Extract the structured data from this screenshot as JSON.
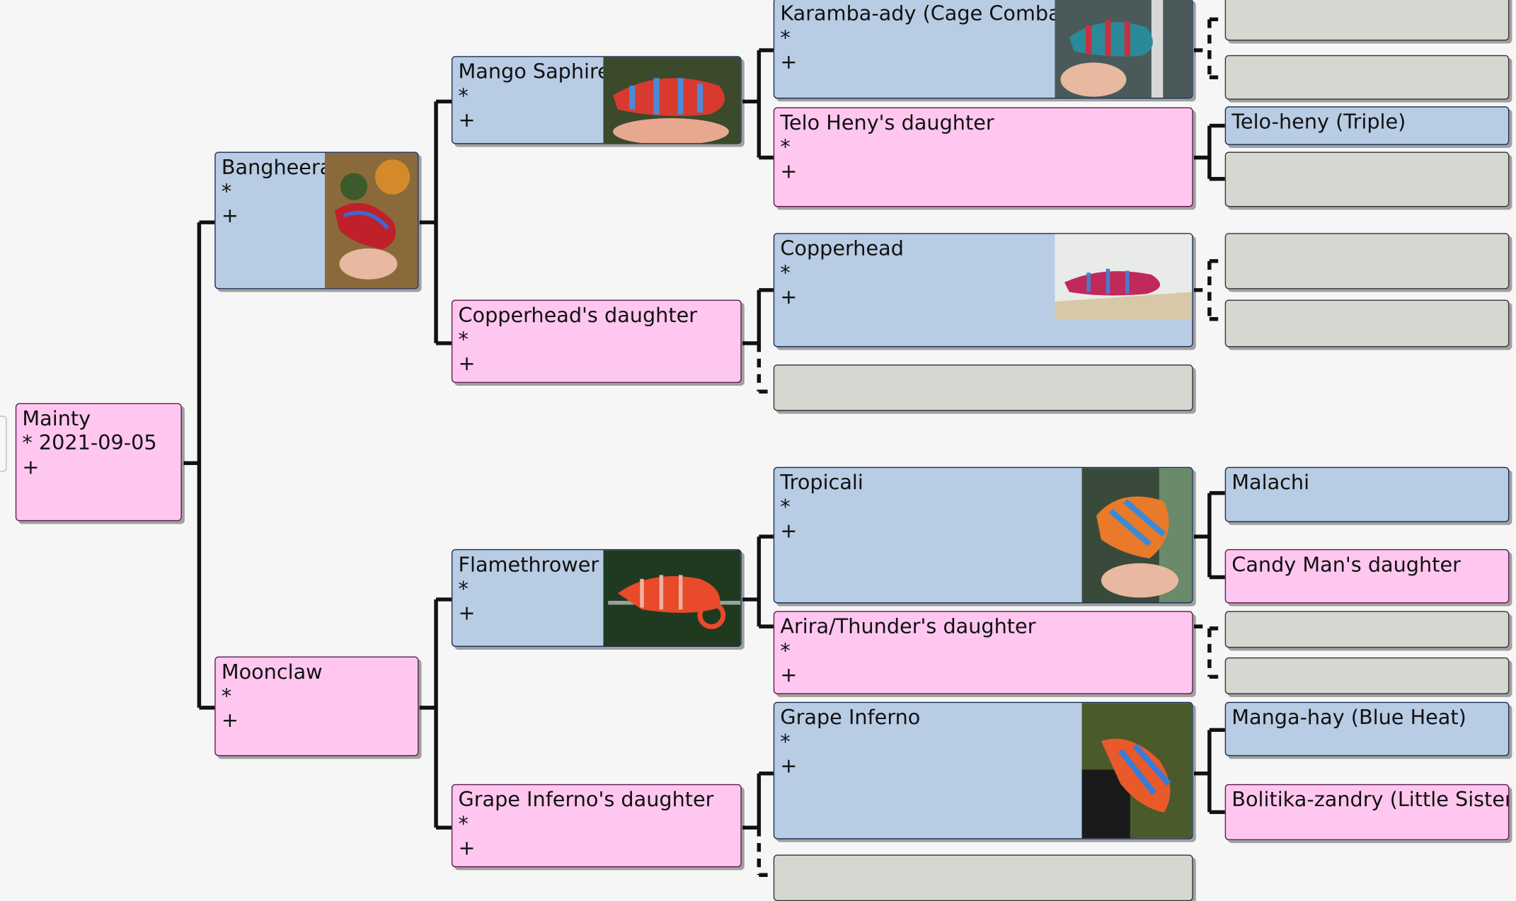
{
  "people": {
    "mainty": {
      "name": "Mainty",
      "born": "* 2021-09-05",
      "died": "+"
    },
    "bangheera": {
      "name": "Bangheera",
      "born": "*",
      "died": "+"
    },
    "moonclaw": {
      "name": "Moonclaw",
      "born": "*",
      "died": "+"
    },
    "mango_saphire": {
      "name": "Mango Saphire",
      "born": "*",
      "died": "+"
    },
    "copperheads_daughter": {
      "name": "Copperhead's daughter",
      "born": "*",
      "died": "+"
    },
    "flamethrower": {
      "name": "Flamethrower",
      "born": "*",
      "died": "+"
    },
    "grape_infernos_daughter": {
      "name": "Grape Inferno's daughter",
      "born": "*",
      "died": "+"
    },
    "karamba_ady": {
      "name": "Karamba-ady (Cage Combat)",
      "born": "*",
      "died": "+"
    },
    "telo_henys_daughter": {
      "name": "Telo Heny's daughter",
      "born": "*",
      "died": "+"
    },
    "copperhead": {
      "name": "Copperhead",
      "born": "*",
      "died": "+"
    },
    "tropicali": {
      "name": "Tropicali",
      "born": "*",
      "died": "+"
    },
    "arira_thunders_daughter": {
      "name": "Arira/Thunder's daughter",
      "born": "*",
      "died": "+"
    },
    "grape_inferno": {
      "name": "Grape Inferno",
      "born": "*",
      "died": "+"
    },
    "telo_heny": {
      "name": "Telo-heny (Triple)"
    },
    "malachi": {
      "name": "Malachi"
    },
    "candy_mans_daughter": {
      "name": "Candy Man's daughter"
    },
    "manga_hay": {
      "name": "Manga-hay (Blue Heat)"
    },
    "bolitika_zandry": {
      "name": "Bolitika-zandry (Little Sister)"
    }
  },
  "colors": {
    "male": "#b8cce4",
    "female": "#ffc7ef",
    "unknown": "#d5d7d1",
    "connector": "#111111"
  }
}
